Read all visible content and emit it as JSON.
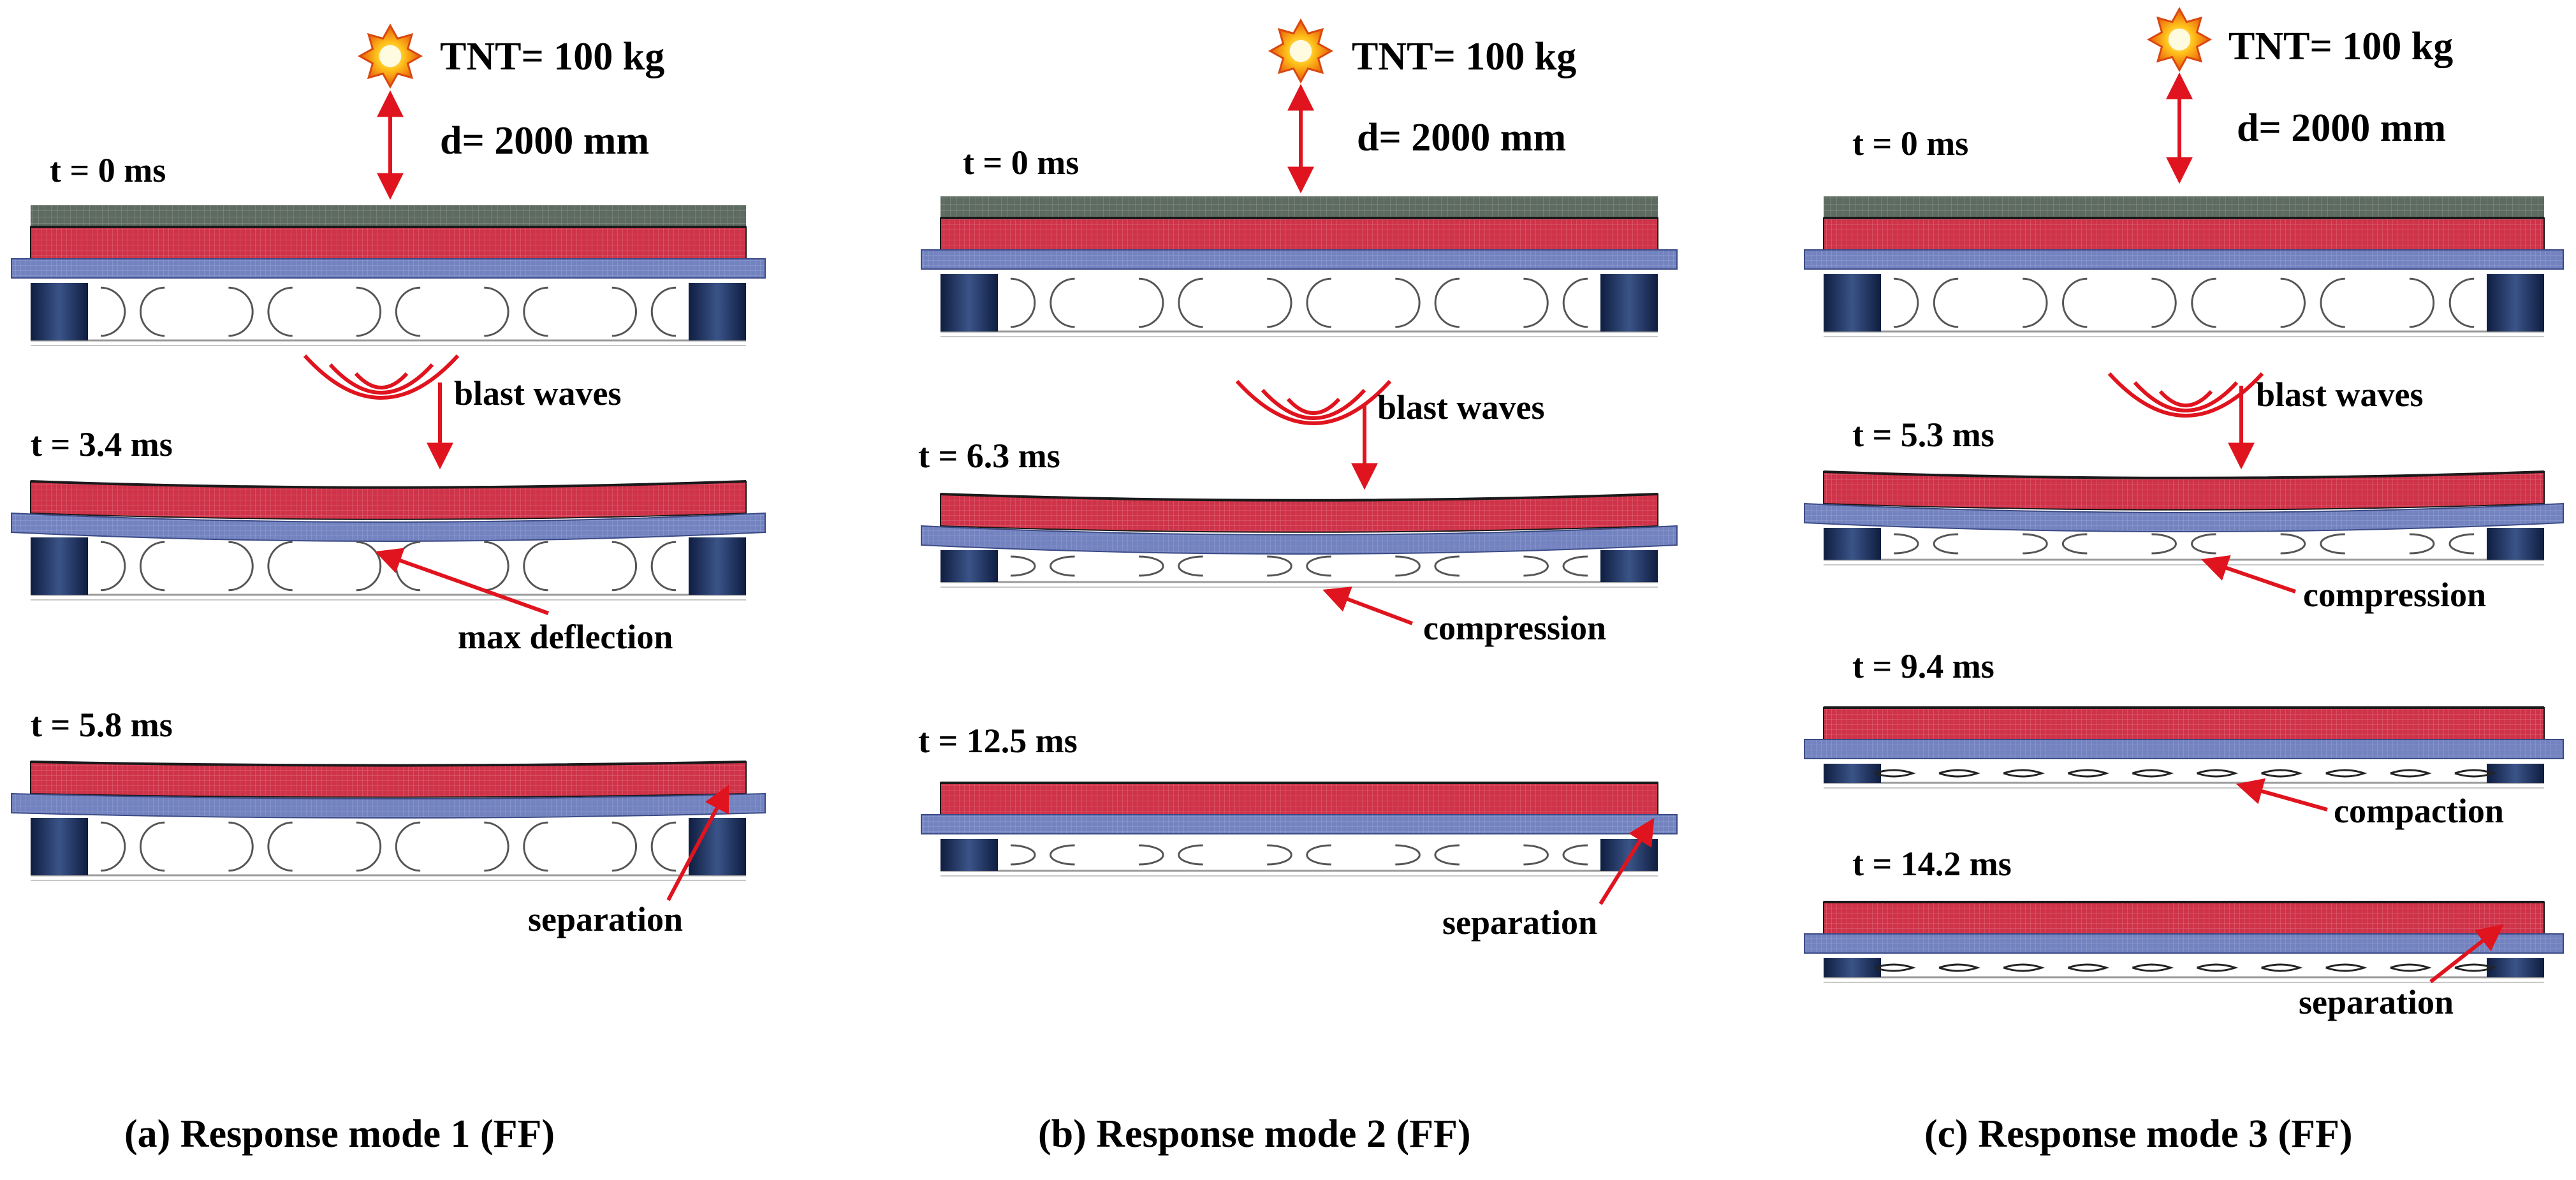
{
  "figure": {
    "panels": [
      {
        "id": "a",
        "caption": "(a) Response mode 1 (FF)",
        "charge_label": "TNT= 100 kg",
        "distance_label": "d= 2000 mm",
        "times": [
          "t = 0 ms",
          "t = 3.4 ms",
          "t = 5.8 ms"
        ],
        "annotations": [
          "blast waves",
          "max deflection",
          "separation"
        ]
      },
      {
        "id": "b",
        "caption": "(b) Response mode 2 (FF)",
        "charge_label": "TNT= 100 kg",
        "distance_label": "d= 2000 mm",
        "times": [
          "t = 0 ms",
          "t = 6.3 ms",
          "t = 12.5 ms"
        ],
        "annotations": [
          "blast waves",
          "compression",
          "separation"
        ]
      },
      {
        "id": "c",
        "caption": "(c) Response mode 3 (FF)",
        "charge_label": "TNT= 100 kg",
        "distance_label": "d= 2000 mm",
        "times": [
          "t = 0 ms",
          "t = 5.3 ms",
          "t = 9.4 ms",
          "t = 14.2 ms"
        ],
        "annotations": [
          "blast waves",
          "compression",
          "compaction",
          "separation"
        ]
      }
    ],
    "colors": {
      "concrete_top": "#5e6b60",
      "slab": "#cf3349",
      "plate": "#7383c0",
      "support": "#1d2f5a",
      "arrow": "#e0141e",
      "core_outline": "#9a9a9a"
    },
    "icons": [
      "explosion-icon",
      "blast-wave-icon"
    ]
  }
}
